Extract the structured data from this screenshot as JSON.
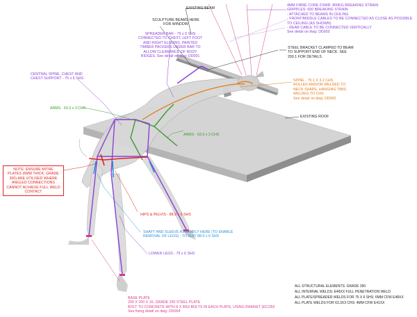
{
  "labels": {
    "fibre_core": "4MM FIBRE CORE FSWR: 800KG BREAKING STRAIN\nGRIPPLES: 600 BREAKING STRAIN\n- ATTACHED TO BEAMS IN CEILING\n- FRONT/MIDDLE CABLES TO BE CONNECTED AS CLOSE AS POSSIBLE\n  TO CEILING (AS SHOWN)\n- REAR CABLE TO BE CONNECTED VERTICALLY\nSee detail on dwg: DD003",
    "existing_beam": "EXISTING BEAM",
    "sculpture_beams": "SCULPTURE BEAMS HERE\nFOR WINDOW",
    "spreader_bar": "SPREADER BAR - 75 x 6 SHS\nCONNECTED TO CHEST, LEFT FOOT\nAND RIGHT ELBOWS. PAINTED\nTIMBER PACKERS UNDER BAR TO\nALLOW CLEARANCE OF BODY\nRIDGES. See detail on dwg: DD001",
    "steel_bracket": "STEEL BRACKET CLAMPED TO BEAM\nTO SUPPORT END OF NECK. SEE\n200.1 FOR DETAILS",
    "central_spine": "CENTRAL SPINE, CHEST AND\nCHEST SUPPORT - 75 x 6 SHS",
    "spine": "SPINE - 76.1 X 3.2 CHS\nROLLED AND/OR WELDED TO\nNECK SHAPE. HANGING TABS\nWELDED TO CHS\nSee detail on dwg: DD002",
    "arms_upper": "ARMS - 63.3 x 3 CHS",
    "existing_roof": "EXISTING ROOF",
    "arms_lower": "ARMS - 63.3 x 3 CHS",
    "note_red": "NOTE: ENSURE MITRE\nPLATES (6MM THICK, GRADE\n300) ARE UTILISED WHERE\nANGLED CONNECTIONS\nCANNOT ACHIEVE FULL WELD\nCONTACT",
    "hips_pelvis": "HIPS & PELVIS - 88.9 x 6 SHS",
    "shaft_sleeve": "SHAFT AND SLEEVE ASSEMBLY HERE (TO ENABLE\nREMOVAL OF LEGS) - TO SUIT 88.9 x 6 SHS",
    "lower_legs": "LOWER LEGS - 75 x 6 SHS",
    "base_plate": "BASE PLATE\n200 X 200 X 16, GRADE 250 STEEL PLATE\nBOLT TO CONCRETE WITH 8 X M16 BOLTS IN EACH PLATE, USING RAMSET (ECO50\nSee fixing detail on dwg: DD004"
  },
  "notes": [
    "ALL STRUCTURAL ELEMENTS: GRADE 350",
    "ALL INTERNAL WELDS: E48XX FULL PENETRATION WELD",
    "ALL PLATE/SPREADER WELDS FOR 75 X 6 SHS: 6MM CFW E48XX",
    "ALL PLATE WELDS FOR 63.3X3 CHS: 4MM CFW E41XX"
  ],
  "colors": {
    "purple": "#8a3fd8",
    "pink": "#d63a8c",
    "orange": "#e07b1a",
    "green": "#3a9a2e",
    "blue": "#2a8fd6",
    "red": "#e02222",
    "roof": "#cfcfcf"
  }
}
